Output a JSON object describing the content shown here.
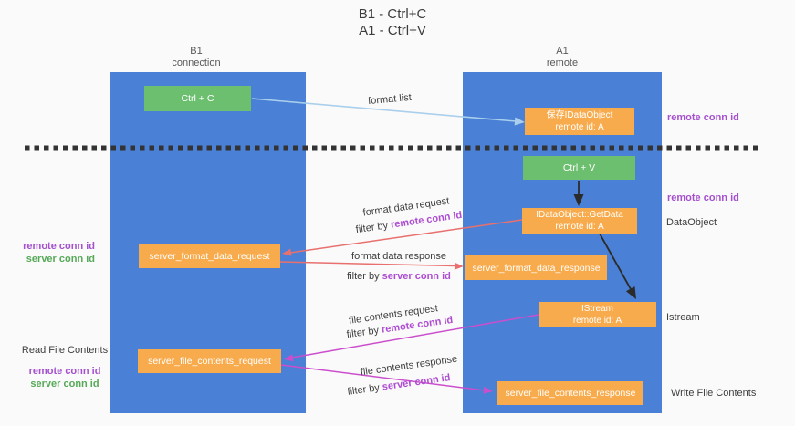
{
  "colors": {
    "background": "#fafafa",
    "column_blue": "#4a80d5",
    "box_orange": "#f8ab4c",
    "box_green": "#6dbf70",
    "arrow_blue": "#a9cfec",
    "arrow_red": "#e8706e",
    "arrow_magenta": "#cb4fcd",
    "arrow_black": "#2b2b2b",
    "separator": "#333333",
    "text_purple": "#a550cf",
    "text_green": "#55a957",
    "text_magenta": "#ae4cd2"
  },
  "title": {
    "line1": "B1 - Ctrl+C",
    "line2": "A1 - Ctrl+V"
  },
  "lifelines": {
    "left": {
      "title": "B1",
      "subtitle": "connection"
    },
    "right": {
      "title": "A1",
      "subtitle": "remote"
    }
  },
  "nodes": {
    "ctrl_c": {
      "label": "Ctrl + C"
    },
    "save_dataobject": {
      "line1": "保存IDataObject",
      "line2": "remote id: A"
    },
    "ctrl_v": {
      "label": "Ctrl + V"
    },
    "getdata": {
      "line1": "IDataObject::GetData",
      "line2": "remote id: A"
    },
    "server_format_data_request": {
      "label": "server_format_data_request"
    },
    "server_format_data_response": {
      "label": "server_format_data_response"
    },
    "istream": {
      "line1": "IStream",
      "line2": "remote id: A"
    },
    "server_file_contents_request": {
      "label": "server_file_contents_request"
    },
    "server_file_contents_response": {
      "label": "server_file_contents_response"
    }
  },
  "flow_labels": {
    "format_list": "format list",
    "filter_prefix": "filter by",
    "format_data_request": {
      "text": "format data request",
      "filter": "remote conn id"
    },
    "format_data_response": {
      "text": "format data response",
      "filter": "server conn id"
    },
    "file_contents_request": {
      "text": "file contents request",
      "filter": "remote conn id"
    },
    "file_contents_response": {
      "text": "file contents response",
      "filter": "server conn id"
    }
  },
  "side_labels": {
    "right_remote_conn_top": "remote conn id",
    "right_remote_conn_mid": "remote conn id",
    "right_dataobject": "DataObject",
    "right_istream": "Istream",
    "right_write_file": "Write File Contents",
    "left_remote_conn_1": "remote conn id",
    "left_server_conn_1": "server conn id",
    "left_read_file": "Read File Contents",
    "left_remote_conn_2": "remote conn id",
    "left_server_conn_2": "server conn id"
  }
}
